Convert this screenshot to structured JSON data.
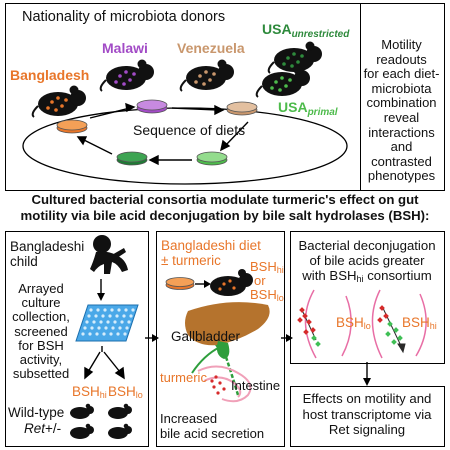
{
  "top_panel": {
    "title": "Nationality of microbiota donors",
    "donors": {
      "bangladesh": "Bangladesh",
      "malawi": "Malawi",
      "venezuela": "Venezuela",
      "usa_unrestricted_main": "USA",
      "usa_unrestricted_sub": "unrestricted",
      "usa_primal_main": "USA",
      "usa_primal_sub": "primal"
    },
    "diet_cycle_label": "Sequence of diets",
    "readout_lines": [
      "Motility",
      "readouts",
      "for each diet-",
      "microbiota",
      "combination",
      "reveal",
      "interactions",
      "and",
      "contrasted",
      "phenotypes"
    ]
  },
  "headline": {
    "line1": "Cultured bacterial consortia modulate turmeric's effect on gut",
    "line2": "motility via bile acid deconjugation by bile salt hydrolases (BSH):"
  },
  "panel_left": {
    "child_lines": [
      "Bangladeshi",
      "child"
    ],
    "culture_lines": [
      "Arrayed",
      "culture",
      "collection,",
      "screened",
      "for BSH",
      "activity,",
      "subsetted"
    ],
    "bsh_hi_main": "BSH",
    "bsh_hi_sub": "hi",
    "bsh_lo_main": "BSH",
    "bsh_lo_sub": "lo",
    "mouse_line1": "Wild-type",
    "mouse_line2_gene": "Ret",
    "mouse_line2_rest": "+/-"
  },
  "panel_middle": {
    "diet_line1": "Bangladeshi diet",
    "diet_line2": "± turmeric",
    "bsh_hi_main": "BSH",
    "bsh_hi_sub": "hi",
    "or_label": "or",
    "bsh_lo_main": "BSH",
    "bsh_lo_sub": "lo",
    "gallbladder": "Gallbladder",
    "turmeric": "turmeric",
    "intestine": "Intestine",
    "secretion_lines": [
      "Increased",
      "bile acid secretion"
    ]
  },
  "panel_right": {
    "deconj_lines": [
      "Bacterial deconjugation",
      "of bile acids greater"
    ],
    "deconj_line3_main": "with BSH",
    "deconj_line3_sub": "hi",
    "deconj_line3_rest": " consortium",
    "bsh_lo_main": "BSH",
    "bsh_lo_sub": "lo",
    "bsh_hi_main": "BSH",
    "bsh_hi_sub": "hi",
    "effects_lines": [
      "Effects on motility and",
      "host transcriptome via",
      "Ret signaling"
    ]
  },
  "colors": {
    "bangladesh": "#e8762a",
    "malawi": "#a24bc6",
    "venezuela": "#c9976d",
    "usa_unrestricted": "#2e8a3c",
    "usa_primal": "#4dbb4b",
    "well_plate": "#4aa8e8",
    "liver": "#b5732d",
    "intestine": "#f0a0b8"
  }
}
